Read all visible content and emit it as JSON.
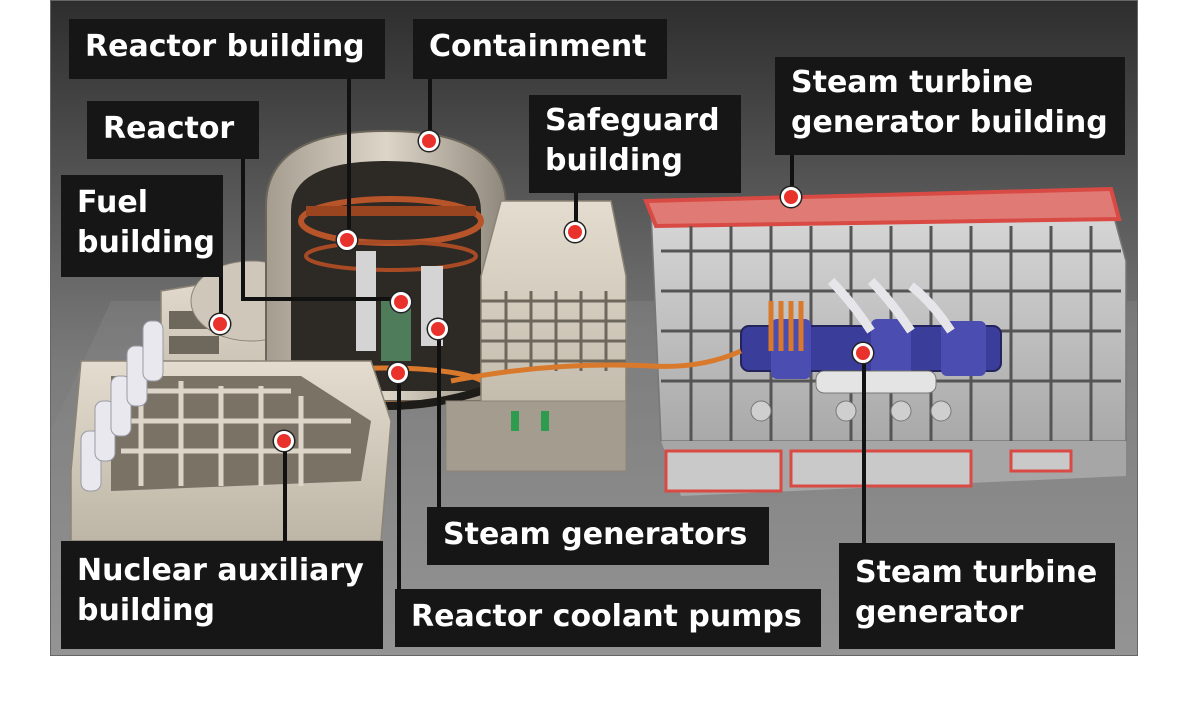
{
  "labels": {
    "reactor_building": "Reactor building",
    "containment": "Containment",
    "reactor": "Reactor",
    "fuel_building": "Fuel\nbuilding",
    "safeguard_building": "Safeguard\nbuilding",
    "steam_turbine_generator_building": "Steam turbine\ngenerator building",
    "steam_generators": "Steam generators",
    "nuclear_auxiliary_building": "Nuclear auxiliary\nbuilding",
    "reactor_coolant_pumps": "Reactor coolant pumps",
    "steam_turbine_generator": "Steam turbine\ngenerator"
  },
  "colors": {
    "label_background": "#161616",
    "label_text": "#ffffff",
    "marker": "#e8322b",
    "piping": "#d9792c",
    "turbine": "#3b3d9a",
    "roof_red": "#d94a44"
  }
}
